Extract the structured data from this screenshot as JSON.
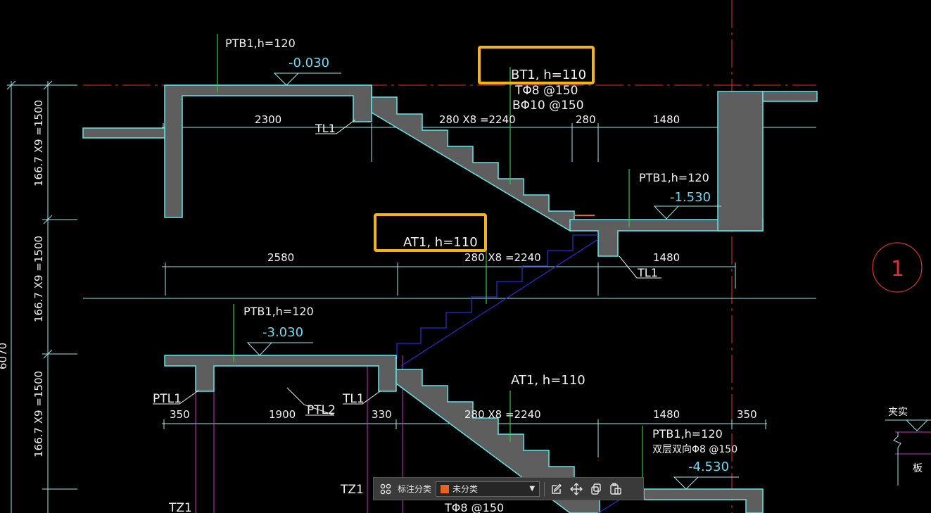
{
  "drawing": {
    "labels": {
      "ptb1_top": "PTB1,h=120",
      "elev_top": "-0.030",
      "bt1": "BT1, h=110",
      "rebar_t": "TΦ8 @150",
      "rebar_b": "BΦ10 @150",
      "dim_2300": "2300",
      "tl1_a": "TL1",
      "dim_stairs_1": "280 X8 =2240",
      "dim_280": "280",
      "dim_1480_a": "1480",
      "ptb1_mid": "PTB1,h=120",
      "elev_mid": "-1.530",
      "at1_top": "AT1, h=110",
      "dim_2580": "2580",
      "dim_stairs_2": "280 X8 =2240",
      "dim_1480_b": "1480",
      "tl1_b": "TL1",
      "ptb1_low": "PTB1,h=120",
      "elev_low": "-3.030",
      "ptl1": "PTL1",
      "ptl2": "PTL2",
      "tl1_c": "TL1",
      "dim_350_a": "350",
      "dim_1900": "1900",
      "dim_330": "330",
      "dim_stairs_3": "280 X8 =2240",
      "dim_1480_c": "1480",
      "dim_350_b": "350",
      "at1_low": "AT1, h=110",
      "ptb1_bottom": "PTB1,h=120",
      "ptb1_bottom_rebar": "双层双向Φ8 @150",
      "elev_bottom": "-4.530",
      "tz1_a": "TZ1",
      "tz1_b": "TZ1",
      "rebar_bottom": "TΦ8 @150",
      "vert_1": "166.7 X9 =1500",
      "vert_2": "166.7 X9 =1500",
      "vert_3": "166.7 X9 =1500",
      "vert_total": "6070",
      "axis_bubble": "1",
      "side_note_top": "夹实",
      "side_note_bottom": "板"
    }
  },
  "toolbar": {
    "label": "标注分类",
    "category_value": "未分类",
    "category_color": "#e8641e",
    "icons": [
      "grid-icon",
      "edit-icon",
      "move-icon",
      "copy-icon",
      "paste-icon"
    ]
  },
  "colors": {
    "highlight": "#f5b21b",
    "concrete": "#5e5e5e",
    "outline": "#5fe6ea",
    "axis_red": "#e03030",
    "leader_green": "#2ecc40",
    "stair_blue": "#2b2bd9",
    "column_magenta": "#d030d0"
  }
}
